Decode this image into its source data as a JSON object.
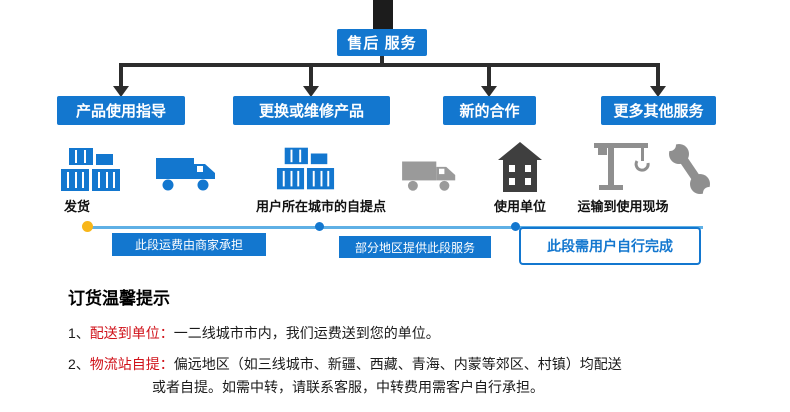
{
  "tree": {
    "root_label": "售后 服务",
    "branches": [
      {
        "label": "产品使用指导"
      },
      {
        "label": "更换或维修产品"
      },
      {
        "label": "新的合作"
      },
      {
        "label": "更多其他服务"
      }
    ]
  },
  "stages": {
    "labels": [
      "发货",
      "用户所在城市的自提点",
      "使用单位",
      "运输到使用现场"
    ],
    "icons": [
      "cargo-boxes",
      "truck",
      "cargo-boxes",
      "truck",
      "building",
      "crane",
      "wrench"
    ]
  },
  "timeline": {
    "segments": [
      {
        "label": "此段运费由商家承担",
        "style": "filled"
      },
      {
        "label": "部分地区提供此段服务",
        "style": "filled"
      },
      {
        "label": "此段需用户自行完成",
        "style": "outlined"
      }
    ]
  },
  "tips": {
    "title": "订货温馨提示",
    "items": [
      {
        "num": "1、",
        "highlight": "配送到单位：",
        "text": "一二线城市市内，我们运费送到您的单位。"
      },
      {
        "num": "2、",
        "highlight": "物流站自提：",
        "text": "偏远地区（如三线城市、新疆、西藏、青海、内蒙等郊区、村镇）均配送",
        "text2": "或者自提。如需中转，请联系客服，中转费用需客户自行承担。"
      }
    ]
  },
  "colors": {
    "box_blue": "#1377cf",
    "timeline_blue": "#5fb0e5",
    "highlight_red": "#d0121a",
    "tree_dark": "#2d2d2d",
    "icon_gray": "#8f8f8f",
    "dot_yellow": "#f8b619"
  }
}
